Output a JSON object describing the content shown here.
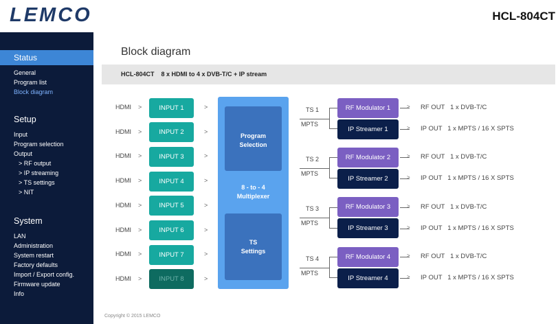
{
  "header": {
    "logo": "LEMCO",
    "model": "HCL-804CT"
  },
  "sidebar": {
    "status": {
      "title": "Status",
      "items": [
        "General",
        "Program list",
        "Block diagram"
      ]
    },
    "setup": {
      "title": "Setup",
      "items": [
        "Input",
        "Program selection",
        "Output",
        ">  RF output",
        ">  IP streaming",
        ">  TS settings",
        ">  NIT"
      ]
    },
    "system": {
      "title": "System",
      "items": [
        "LAN",
        "Administration",
        "System restart",
        "Factory defaults",
        "Import / Export config.",
        "Firmware update",
        "Info"
      ]
    }
  },
  "main": {
    "title": "Block diagram",
    "banner": "HCL-804CT    8 x HDMI to 4 x DVB-T/C + IP stream",
    "copyright": "Copyright © 2015 LEMCO"
  },
  "diagram": {
    "hdmi_label": "HDMI",
    "arrow": ">",
    "inputs": [
      "INPUT 1",
      "INPUT 2",
      "INPUT 3",
      "INPUT 4",
      "INPUT 5",
      "INPUT 6",
      "INPUT 7",
      "INPUT 8"
    ],
    "mux": {
      "program_selection": "Program\nSelection",
      "multiplexer": "8 - to - 4\nMultiplexer",
      "ts_settings": "TS\nSettings"
    },
    "ts": [
      "TS 1",
      "TS 2",
      "TS 3",
      "TS 4"
    ],
    "mpts": "MPTS",
    "rf_modulators": [
      "RF Modulator 1",
      "RF Modulator 2",
      "RF Modulator 3",
      "RF Modulator 4"
    ],
    "ip_streamers": [
      "IP Streamer 1",
      "IP Streamer 2",
      "IP Streamer 3",
      "IP Streamer 4"
    ],
    "rf_out": "RF OUT   1 x DVB-T/C",
    "ip_out": "IP OUT   1 x MPTS / 16 X SPTS",
    "colors": {
      "input": "#17a9a0",
      "input_disabled": "#0e6b60",
      "mux": "#5aa3ee",
      "mux_inner": "#3b72bd",
      "rf": "#7b5fc2",
      "ip": "#0b1f4a"
    }
  }
}
